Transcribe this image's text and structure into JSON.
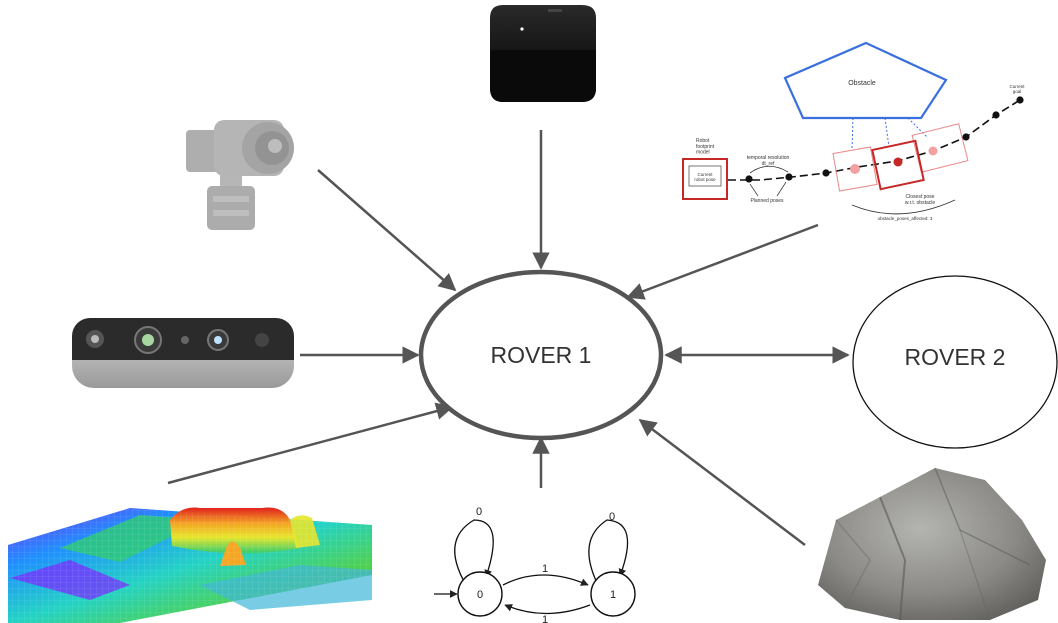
{
  "nodes": {
    "rover1": {
      "label": "ROVER 1"
    },
    "rover2": {
      "label": "ROVER 2"
    }
  },
  "state_machine": {
    "states": [
      "0",
      "1"
    ],
    "self_loop_labels": [
      "0",
      "0"
    ],
    "edge_labels": [
      "1",
      "1"
    ]
  },
  "planner_diagram": {
    "obstacle_label": "Obstacle",
    "robot_label": "Robot\nfootprint\nmodel",
    "current_pose_label": "Current\nrobot pose",
    "temporal_label": "temporal resolution\ndt_ref",
    "planned_label": "Planned poses",
    "closest_label": "Closest pose\nw.r.t. obstacle",
    "affected_label": "obstacle_poses_affected: 3",
    "goal_label": "Current\ngoal"
  },
  "colors": {
    "arrow": "#555555",
    "rover1_stroke": "#555555",
    "rover2_stroke": "#111111",
    "obstacle": "#3a6fe0",
    "footprint": "#c62828"
  },
  "icons": {
    "gimbal_camera": "gimbal-camera-icon",
    "tracking_cube": "tracking-cube-icon",
    "depth_camera": "depth-camera-icon",
    "terrain_map": "terrain-heatmap-icon",
    "rock": "rock-icon"
  }
}
